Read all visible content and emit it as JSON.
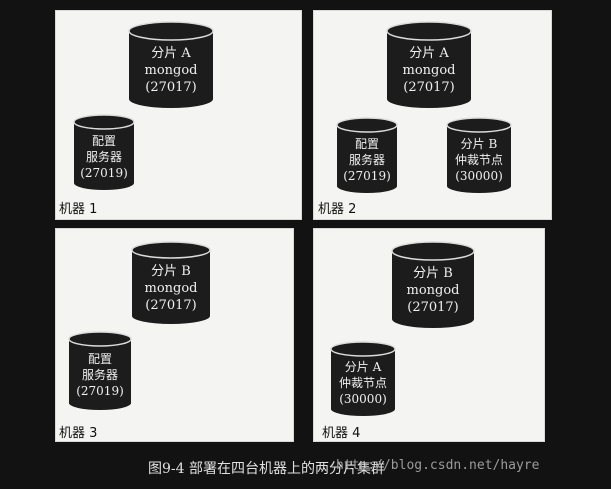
{
  "machines": [
    {
      "label": "机器 1",
      "cylinders": [
        {
          "lines": [
            "分片 A",
            "mongod",
            "(27017)"
          ],
          "interactable": false
        },
        {
          "lines": [
            "配置",
            "服务器",
            "(27019)"
          ],
          "interactable": false
        }
      ]
    },
    {
      "label": "机器 2",
      "cylinders": [
        {
          "lines": [
            "分片 A",
            "mongod",
            "(27017)"
          ],
          "interactable": false
        },
        {
          "lines": [
            "配置",
            "服务器",
            "(27019)"
          ],
          "interactable": false
        },
        {
          "lines": [
            "分片 B",
            "仲裁节点",
            "(30000)"
          ],
          "interactable": false
        }
      ]
    },
    {
      "label": "机器 3",
      "cylinders": [
        {
          "lines": [
            "分片 B",
            "mongod",
            "(27017)"
          ],
          "interactable": false
        },
        {
          "lines": [
            "配置",
            "服务器",
            "(27019)"
          ],
          "interactable": false
        }
      ]
    },
    {
      "label": "机器 4",
      "cylinders": [
        {
          "lines": [
            "分片 B",
            "mongod",
            "(27017)"
          ],
          "interactable": false
        },
        {
          "lines": [
            "分片 A",
            "仲裁节点",
            "(30000)"
          ],
          "interactable": false
        }
      ]
    }
  ],
  "caption": "图9-4   部署在四台机器上的两分片集群",
  "watermark": "http://blog.csdn.net/hayre",
  "colors": {
    "background": "#121212",
    "panel": "#f4f4f2",
    "cylinder_body": "#1c1c1c",
    "cylinder_rim": "#dcdcdc",
    "cylinder_text": "#f0f0f0"
  }
}
